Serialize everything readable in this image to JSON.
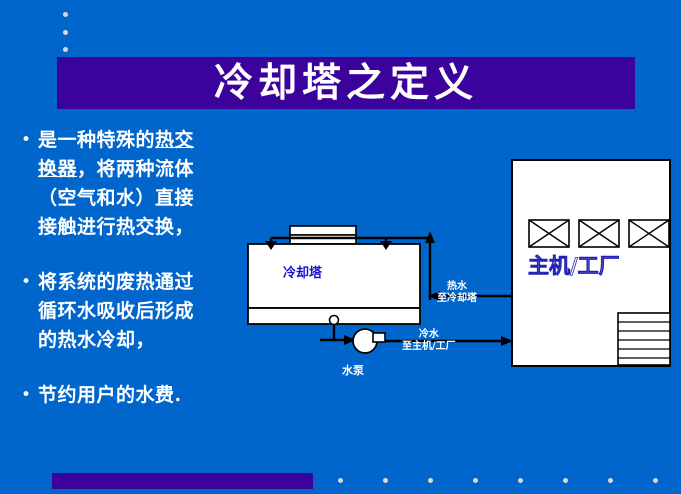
{
  "slide": {
    "title": "冷却塔之定义",
    "background_color": "#0066CC",
    "banner_color": "#3B039B",
    "title_color": "#FFFFFF"
  },
  "bullets": [
    {
      "marker": "•",
      "lines": [
        [
          {
            "t": "是一种特殊的",
            "u": false
          },
          {
            "t": "热交",
            "u": true
          }
        ],
        [
          {
            "t": "换器",
            "u": true
          },
          {
            "t": "，将两种流体",
            "u": false
          }
        ],
        [
          {
            "t": "（空气和水）直接",
            "u": false
          }
        ],
        [
          {
            "t": "接触进行热交换，",
            "u": false
          }
        ]
      ]
    },
    {
      "marker": "•",
      "lines": [
        [
          {
            "t": "将系统的废热通过",
            "u": false
          }
        ],
        [
          {
            "t": "循环水吸收后形成",
            "u": false
          }
        ],
        [
          {
            "t": "的热水冷却，",
            "u": false
          }
        ]
      ]
    },
    {
      "marker": "•",
      "lines": [
        [
          {
            "t": "节约用户的水费.",
            "u": false
          }
        ]
      ]
    }
  ],
  "diagram": {
    "tower_label": "冷却塔",
    "tower_label_color": "#1414D2",
    "pump_label": "水泵",
    "hot_water_line1": "热水",
    "hot_water_line2": "至冷却塔",
    "cold_water_line1": "冷水",
    "cold_water_line2": "至主机/工厂",
    "plant_label": "主机/工厂",
    "line_color": "#000000",
    "fill_color": "#FFFFFF"
  },
  "decor": {
    "top_dots": 3,
    "bottom_dots": 8,
    "dot_color": "#D8D8D8"
  }
}
